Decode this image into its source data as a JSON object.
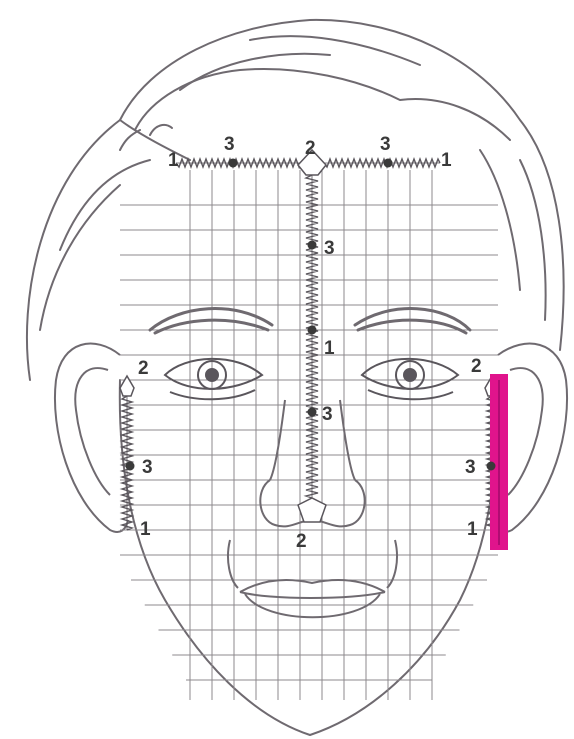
{
  "labels": {
    "top_left_1": "1",
    "top_left_3": "3",
    "top_center_2": "2",
    "top_right_3": "3",
    "top_right_1": "1",
    "forehead_3": "3",
    "nose_bridge_1": "1",
    "nose_3": "3",
    "nose_tip_2": "2",
    "left_ear_2": "2",
    "left_ear_3": "3",
    "left_ear_1": "1",
    "right_ear_2": "2",
    "right_ear_3": "3",
    "right_ear_1": "1"
  },
  "colors": {
    "line": "#6f6a70",
    "grid": "#8c888c",
    "highlight": "#e0148c",
    "point": "#3a3a3a"
  }
}
